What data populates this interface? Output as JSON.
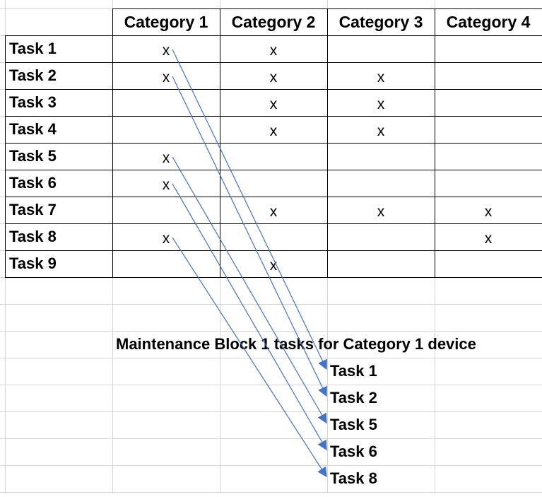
{
  "sheet": {
    "columns": [
      "Category 1",
      "Category 2",
      "Category 3",
      "Category 4"
    ],
    "rows": [
      {
        "task": "Task 1",
        "marks": [
          "x",
          "x",
          "",
          ""
        ]
      },
      {
        "task": "Task 2",
        "marks": [
          "x",
          "x",
          "x",
          ""
        ]
      },
      {
        "task": "Task 3",
        "marks": [
          "",
          "x",
          "x",
          ""
        ]
      },
      {
        "task": "Task 4",
        "marks": [
          "",
          "x",
          "x",
          ""
        ]
      },
      {
        "task": "Task 5",
        "marks": [
          "x",
          "",
          "",
          ""
        ]
      },
      {
        "task": "Task 6",
        "marks": [
          "x",
          "",
          "",
          ""
        ]
      },
      {
        "task": "Task 7",
        "marks": [
          "",
          "x",
          "x",
          "x"
        ]
      },
      {
        "task": "Task 8",
        "marks": [
          "x",
          "",
          "",
          "x"
        ]
      },
      {
        "task": "Task 9",
        "marks": [
          "",
          "x",
          "",
          ""
        ]
      }
    ],
    "mark_symbol": "x"
  },
  "maintenance_block": {
    "title": "Maintenance Block 1 tasks for Category 1 device",
    "tasks": [
      "Task 1",
      "Task 2",
      "Task 5",
      "Task 6",
      "Task 8"
    ]
  },
  "arrows": [
    {
      "from": "Task 1",
      "to": "Task 1"
    },
    {
      "from": "Task 2",
      "to": "Task 2"
    },
    {
      "from": "Task 5",
      "to": "Task 5"
    },
    {
      "from": "Task 6",
      "to": "Task 6"
    },
    {
      "from": "Task 8",
      "to": "Task 8"
    }
  ],
  "colors": {
    "gridline_light": "#d4d4d4",
    "table_border": "#000000",
    "arrow": "#4472c4"
  }
}
